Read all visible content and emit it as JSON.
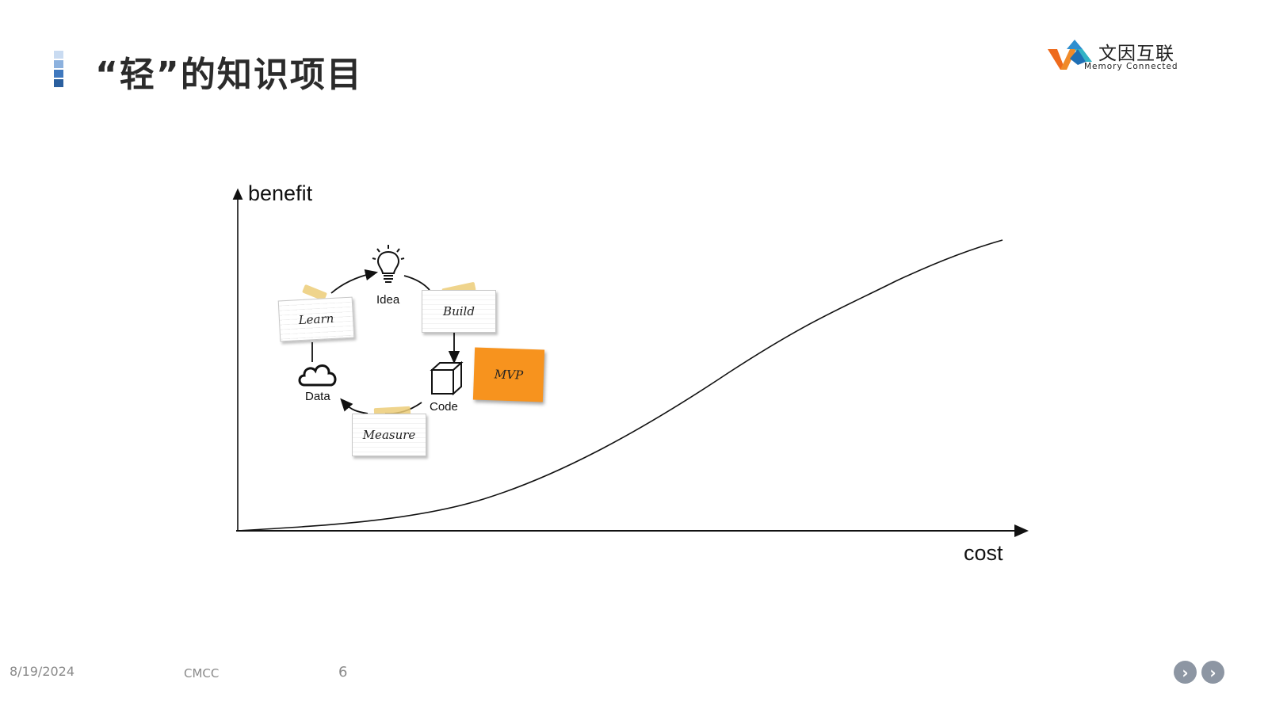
{
  "slide": {
    "title": "“轻”的知识项目"
  },
  "logo": {
    "name_cn": "文因互联",
    "name_en": "Memory Connected",
    "colors": {
      "orange": "#ee6a1c",
      "blue": "#2e8fd0",
      "teal": "#33b3c6"
    }
  },
  "chart_data": {
    "type": "line",
    "xlabel": "cost",
    "ylabel": "benefit",
    "series": [
      {
        "values": []
      }
    ]
  },
  "cycle": {
    "notes": {
      "learn": "Learn",
      "build": "Build",
      "measure": "Measure",
      "mvp": "MVP"
    },
    "labels": {
      "idea": "Idea",
      "code": "Code",
      "data": "Data"
    },
    "icons": [
      "lightbulb-icon",
      "cube-icon",
      "cloud-icon"
    ],
    "colors": {
      "mvp": "#f7931e",
      "tape": "#ecd078"
    }
  },
  "footer": {
    "date": "8/19/2024",
    "org": "CMCC",
    "page": "6",
    "prev_label": "›",
    "next_label": "›"
  }
}
